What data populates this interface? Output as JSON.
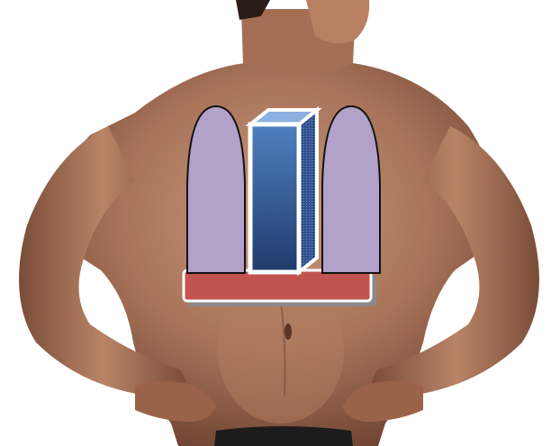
{
  "figure": {
    "background_color": "#ffffff",
    "subject": "shirtless-torso-photo",
    "colors": {
      "skin_light": "#c99a7c",
      "skin_mid": "#a87359",
      "skin_dark": "#6e4331",
      "hair": "#2a1c16",
      "waistband": "#1c1c1c",
      "lung_fill": "#b2a1c8",
      "lung_stroke": "#111111",
      "box_front_top": "#4f7fc0",
      "box_front_bottom": "#1f3b6b",
      "box_side": "#2d4e8a",
      "box_top": "#8cb0e0",
      "box_outline": "#ffffff",
      "base_fill": "#c25450",
      "base_shadow": "#8a8a8a",
      "base_outline": "#ffffff"
    },
    "overlay": {
      "components": [
        {
          "name": "left-lung",
          "shape": "half-ellipse",
          "color": "#b2a1c8"
        },
        {
          "name": "center-column",
          "shape": "3d-rectangular-prism",
          "color": "#2d4e8a"
        },
        {
          "name": "right-lung",
          "shape": "half-ellipse",
          "color": "#b2a1c8"
        },
        {
          "name": "base-plate",
          "shape": "rounded-slab",
          "color": "#c25450"
        }
      ]
    }
  }
}
